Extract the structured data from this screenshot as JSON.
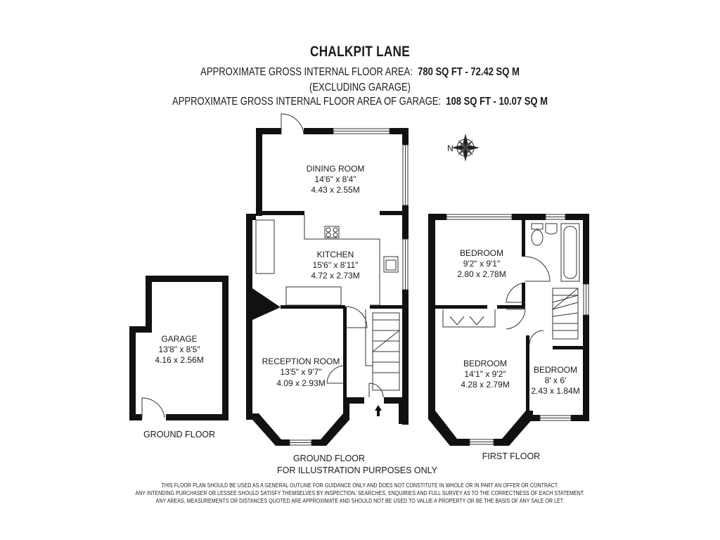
{
  "header": {
    "title": "CHALKPIT LANE",
    "area_label": "APPROXIMATE GROSS INTERNAL FLOOR AREA:",
    "area_value": "780 SQ FT  -  72.42 SQ M",
    "excluding": "(EXCLUDING GARAGE)",
    "garage_area_label": "APPROXIMATE GROSS INTERNAL FLOOR AREA OF GARAGE:",
    "garage_area_value": "108 SQ FT  -  10.07 SQ M"
  },
  "compass": {
    "letter": "N",
    "icon": "compass-rose-icon"
  },
  "rooms": {
    "dining": {
      "name": "DINING ROOM",
      "imperial": "14'6\" x 8'4\"",
      "metric": "4.43 x 2.55M"
    },
    "kitchen": {
      "name": "KITCHEN",
      "imperial": "15'6\" x 8'11\"",
      "metric": "4.72 x 2.73M"
    },
    "reception": {
      "name": "RECEPTION ROOM",
      "imperial": "13'5\" x 9'7\"",
      "metric": "4.09 x 2.93M"
    },
    "garage": {
      "name": "GARAGE",
      "imperial": "13'8\" x 8'5\"",
      "metric": "4.16 x 2.56M"
    },
    "bedroom1": {
      "name": "BEDROOM",
      "imperial": "9'2\" x 9'1\"",
      "metric": "2.80 x 2.78M"
    },
    "bedroom2": {
      "name": "BEDROOM",
      "imperial": "14'1\" x 9'2\"",
      "metric": "4.28 x 2.79M"
    },
    "bedroom3": {
      "name": "BEDROOM",
      "imperial": "8' x 6'",
      "metric": "2.43 x 1.84M"
    }
  },
  "floor_labels": {
    "garage_floor": "GROUND FLOOR",
    "ground_floor": "GROUND FLOOR",
    "illustration": "FOR ILLUSTRATION PURPOSES ONLY",
    "first_floor": "FIRST FLOOR"
  },
  "disclaimer": {
    "line1": "THIS FLOOR PLAN SHOULD BE USED AS A GENERAL OUTLINE FOR GUIDANCE ONLY AND DOES NOT CONSTITUTE IN WHOLE OR IN PART AN OFFER OR CONTRACT.",
    "line2": "ANY INTENDING PURCHASER OR LESSEE SHOULD SATISFY THEMSELVES BY INSPECTION, SEARCHES, ENQUIRIES AND FULL SURVEY AS TO THE CORRECTNESS OF EACH STATEMENT.",
    "line3": "ANY AREAS, MEASUREMENTS OR DISTANCES QUOTED ARE APPROXIMATE AND SHOULD NOT BE USED TO VALUE A PROPERTY OR BE THE BASIS OF ANY SALE OR LET."
  }
}
